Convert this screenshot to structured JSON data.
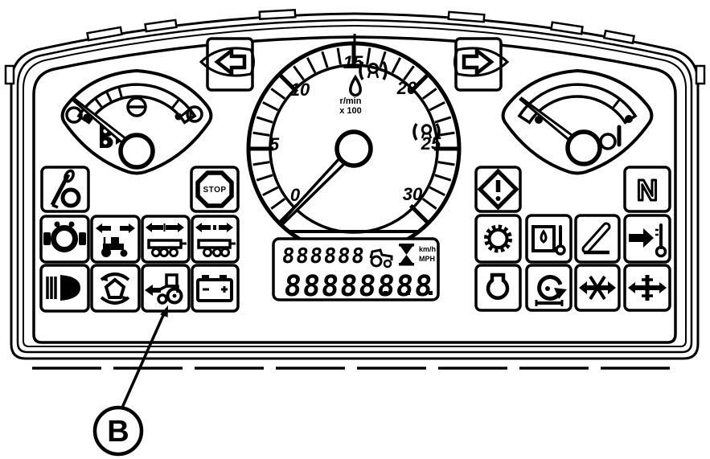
{
  "document": {
    "type": "instrument-cluster-diagram",
    "style": "black-and-white line art"
  },
  "callout": {
    "label": "B",
    "points_to": "tractor-motion-indicator"
  },
  "tachometer": {
    "scale_numbers": [
      "0",
      "5",
      "10",
      "15",
      "20",
      "25",
      "30"
    ],
    "unit_line1": "r/min",
    "unit_line2": "x 100",
    "needle_position": "0",
    "inner_icons": [
      "shift-indicator-icon",
      "shift-indicator-icon",
      "oil-droplet-icon"
    ]
  },
  "gauges": {
    "left": {
      "name": "fuel-gauge",
      "symbols": [
        "fuel-pump-icon",
        "empty-mark-circle",
        "full-mark-circle",
        "minus-circle"
      ]
    },
    "right": {
      "name": "coolant-temperature-gauge",
      "symbols": [
        "thermometer-icon"
      ]
    }
  },
  "turn_signals": {
    "left": "left-turn-arrow-icon",
    "right": "right-turn-arrow-icon"
  },
  "lcd": {
    "top_digits": "888888",
    "bottom_digits": "88888888",
    "unit_top": "km/h",
    "unit_bottom": "MPH",
    "icons": [
      "tractor-icon",
      "hourglass-icon"
    ]
  },
  "labels": {
    "stop": "STOP",
    "neutral": "N"
  },
  "indicators": {
    "left_top": [
      "key-switch-icon",
      "stop-indicator-icon"
    ],
    "left_row1": [
      "trailer-brake-icon",
      "tractor-turn-signal-icon",
      "trailer-1-turn-signal-icon",
      "trailer-2-turn-signal-icon"
    ],
    "left_row2": [
      "headlight-icon",
      "differential-lock-icon",
      "tractor-motion-icon",
      "battery-charge-icon"
    ],
    "right_top": [
      "hazard-warning-icon",
      "neutral-indicator"
    ],
    "right_row1": [
      "gear-icon",
      "transmission-oil-temperature-icon",
      "hitch-position-icon",
      "air-temperature-icon"
    ],
    "right_row2": [
      "work-light-icon",
      "hydraulic-oil-circulation-icon",
      "front-pto-icon",
      "rear-pto-icon"
    ]
  }
}
